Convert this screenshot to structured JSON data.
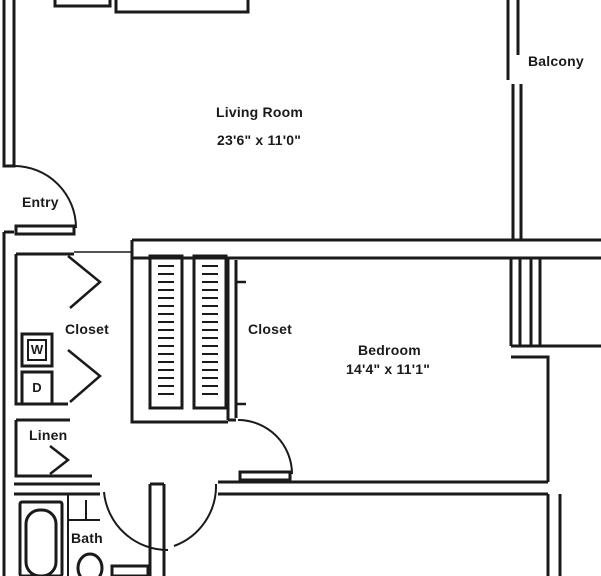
{
  "rooms": {
    "living_room": {
      "name": "Living Room",
      "dimensions": "23'6\" x 11'0\""
    },
    "balcony": {
      "name": "Balcony"
    },
    "entry": {
      "name": "Entry"
    },
    "closet_left": {
      "name": "Closet"
    },
    "closet_bedroom": {
      "name": "Closet"
    },
    "bedroom": {
      "name": "Bedroom",
      "dimensions": "14'4\" x 11'1\""
    },
    "linen": {
      "name": "Linen"
    },
    "bath": {
      "name": "Bath"
    }
  },
  "appliances": {
    "washer": "W",
    "dryer": "D"
  }
}
